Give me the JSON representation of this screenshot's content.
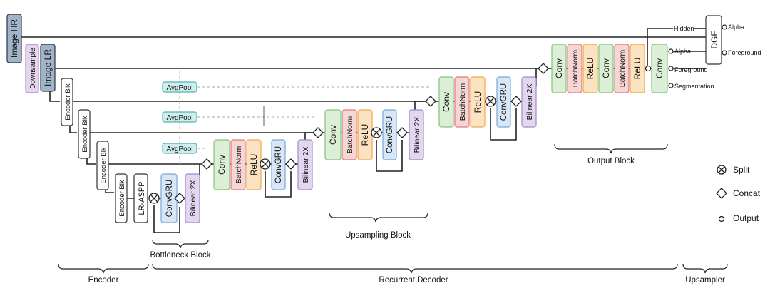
{
  "inputs": {
    "image_hr": "Image HR",
    "downsample": "Downsample",
    "image_lr": "Image LR"
  },
  "encoder": {
    "blk": "Encoder Blk",
    "lr_aspp": "LR-ASPP"
  },
  "ops": {
    "conv": "Conv",
    "batchnorm": "BatchNorm",
    "relu": "ReLU",
    "convgru": "ConvGRU",
    "bilinear": "Bilinear 2X",
    "avgpool": "AvgPool",
    "dgf": "DGF"
  },
  "outputs": {
    "hidden": "Hidden",
    "alpha": "Alpha",
    "foreground": "Foreground",
    "segmentation": "Segmentation",
    "dgf_alpha": "Alpha",
    "dgf_foreground": "Foreground"
  },
  "block_labels": {
    "bottleneck": "Bottleneck Block",
    "upsampling": "Upsampling Block",
    "output": "Output Block",
    "encoder": "Encoder",
    "recurrent_decoder": "Recurrent Decoder",
    "upsampler": "Upsampler"
  },
  "legend": {
    "split": "Split",
    "concat": "Concat",
    "output": "Output"
  },
  "colors": {
    "input_fill": "#9fb3c9",
    "downsample_fill": "#e5d6ee",
    "conv_fill": "#dcefd6",
    "conv_stroke": "#86c27a",
    "bn_fill": "#f6d5d5",
    "bn_stroke": "#e07b7b",
    "relu_fill": "#fbe3c2",
    "relu_stroke": "#f0a94a",
    "gru_fill": "#d8e7f7",
    "gru_stroke": "#7aa6d8",
    "bil_fill": "#e3d6ef",
    "bil_stroke": "#a988c9",
    "pool_fill": "#d0ecec",
    "pool_stroke": "#4fb3b5"
  }
}
